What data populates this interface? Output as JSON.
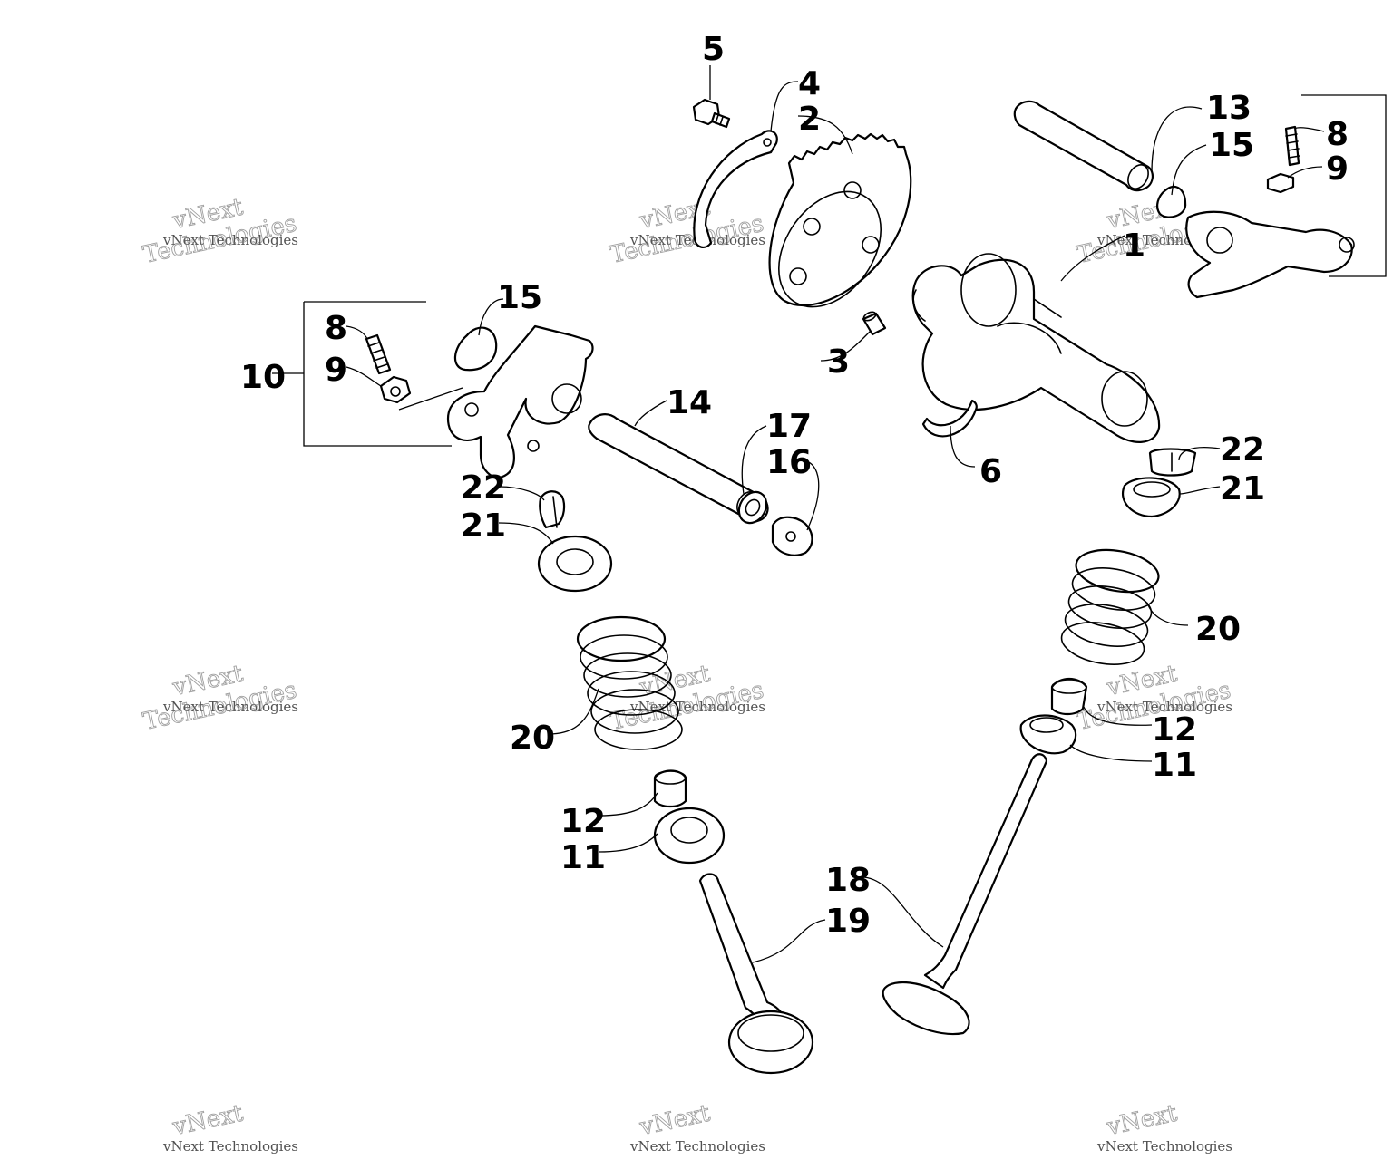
{
  "watermark": {
    "line1": "vNext",
    "line2": "vNext Technologies",
    "line3": "Technologies"
  },
  "callouts": [
    {
      "id": "c5",
      "label": "5"
    },
    {
      "id": "c4",
      "label": "4"
    },
    {
      "id": "c2",
      "label": "2"
    },
    {
      "id": "c13",
      "label": "13"
    },
    {
      "id": "c15a",
      "label": "15"
    },
    {
      "id": "c8a",
      "label": "8"
    },
    {
      "id": "c9a",
      "label": "9"
    },
    {
      "id": "c1",
      "label": "1"
    },
    {
      "id": "c15b",
      "label": "15"
    },
    {
      "id": "c8b",
      "label": "8"
    },
    {
      "id": "c9b",
      "label": "9"
    },
    {
      "id": "c10",
      "label": "10"
    },
    {
      "id": "c3",
      "label": "3"
    },
    {
      "id": "c14",
      "label": "14"
    },
    {
      "id": "c17",
      "label": "17"
    },
    {
      "id": "c16",
      "label": "16"
    },
    {
      "id": "c6",
      "label": "6"
    },
    {
      "id": "c22a",
      "label": "22"
    },
    {
      "id": "c21a",
      "label": "21"
    },
    {
      "id": "c22b",
      "label": "22"
    },
    {
      "id": "c21b",
      "label": "21"
    },
    {
      "id": "c20a",
      "label": "20"
    },
    {
      "id": "c20b",
      "label": "20"
    },
    {
      "id": "c12a",
      "label": "12"
    },
    {
      "id": "c11a",
      "label": "11"
    },
    {
      "id": "c12b",
      "label": "12"
    },
    {
      "id": "c11b",
      "label": "11"
    },
    {
      "id": "c18",
      "label": "18"
    },
    {
      "id": "c19",
      "label": "19"
    }
  ]
}
